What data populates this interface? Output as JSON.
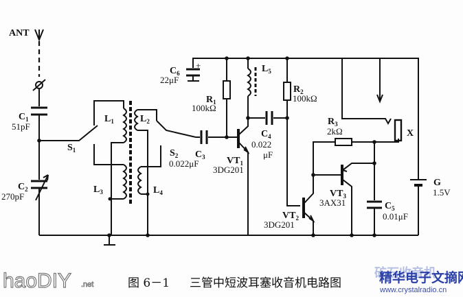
{
  "diagram": {
    "title": "三管中短波耳塞收音机电路图",
    "figure_number": "图 6－1",
    "antenna": {
      "label": "ANT"
    },
    "components": {
      "C1": {
        "ref": "C",
        "sub": "1",
        "value": "51pF"
      },
      "C2": {
        "ref": "C",
        "sub": "2",
        "value": "270pF"
      },
      "C3": {
        "ref": "C",
        "sub": "3",
        "value": "0.022μF"
      },
      "C4": {
        "ref": "C",
        "sub": "4",
        "value_line1": "0.022",
        "value_line2": "μF"
      },
      "C5": {
        "ref": "C",
        "sub": "5",
        "value": "0.01μF"
      },
      "C6": {
        "ref": "C",
        "sub": "6",
        "value": "22μF",
        "polarity": "+"
      },
      "R1": {
        "ref": "R",
        "sub": "1",
        "value": "100kΩ"
      },
      "R2": {
        "ref": "R",
        "sub": "2",
        "value": "100kΩ"
      },
      "R3": {
        "ref": "R",
        "sub": "3",
        "value": "2kΩ"
      },
      "L1": {
        "ref": "L",
        "sub": "1"
      },
      "L2": {
        "ref": "L",
        "sub": "2"
      },
      "L3": {
        "ref": "L",
        "sub": "3"
      },
      "L4": {
        "ref": "L",
        "sub": "4"
      },
      "L5": {
        "ref": "L",
        "sub": "5"
      },
      "S1": {
        "ref": "S",
        "sub": "1"
      },
      "S2": {
        "ref": "S",
        "sub": "2"
      },
      "VT1": {
        "ref": "VT",
        "sub": "1",
        "part": "3DG201"
      },
      "VT2": {
        "ref": "VT",
        "sub": "2",
        "part": "3DG201"
      },
      "VT3": {
        "ref": "VT",
        "sub": "3",
        "part": "3AX31"
      },
      "X": {
        "ref": "X"
      },
      "G": {
        "ref": "G",
        "value": "1.5V"
      }
    }
  },
  "watermarks": {
    "left": {
      "text": "haoDIY",
      "suffix": ".net"
    },
    "right": {
      "line1_back": "矿石收音机",
      "line1_front": "精华电子文摘网",
      "url": "www.crystalradio.cn"
    }
  }
}
